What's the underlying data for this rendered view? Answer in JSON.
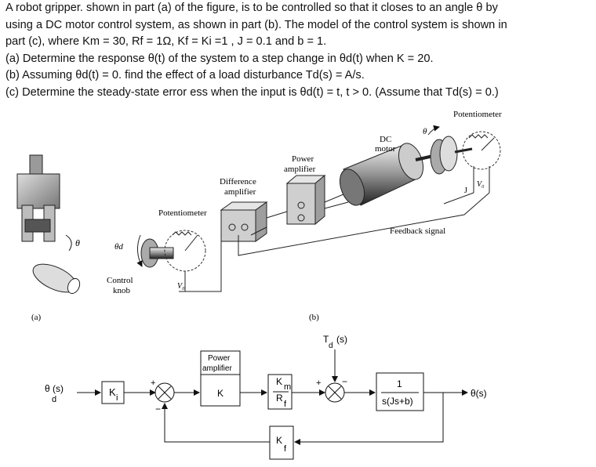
{
  "problem": {
    "line1": "A robot gripper. shown in part (a) of the figure, is to be controlled so that it closes to an angle θ by",
    "line2": "using a DC motor control system, as shown in part (b). The model of the control system is shown in",
    "line3": "part (c), where Km = 30,  Rf = 1Ω,  Kf = Ki =1 , J = 0.1 and b = 1.",
    "line4": "(a) Determine the response θ(t) of the system to a step change in θd(t) when K = 20.",
    "line5": "(b) Assuming θd(t) = 0. find the effect of a load disturbance Td(s) = A/s.",
    "line6": "(c) Determine the steady-state error ess when the input is θd(t) = t, t > 0. (Assume that Td(s)  = 0.)"
  },
  "figure_b": {
    "potentiometer_right": "Potentiometer",
    "dc_motor_1": "DC",
    "dc_motor_2": "motor",
    "theta": "θ",
    "power_amp_1": "Power",
    "power_amp_2": "amplifier",
    "diff_amp_1": "Difference",
    "diff_amp_2": "amplifier",
    "potentiometer_left": "Potentiometer",
    "feedback": "Feedback signal",
    "j_label": "J",
    "v0_right": "V₀",
    "v0_left": "V₀",
    "theta_d": "θd",
    "control_knob_1": "Control",
    "control_knob_2": "knob",
    "gripper_theta": "θ",
    "label_a": "(a)",
    "label_b": "(b)"
  },
  "block_diagram": {
    "input": "θ (s)",
    "input_sub": "d",
    "ki": "K",
    "ki_sub": "i",
    "plus1": "+",
    "minus1": "−",
    "power_amp_1": "Power",
    "power_amp_2": "amplifier",
    "k": "K",
    "km_num": "K",
    "km_sub": "m",
    "rf_den": "R",
    "rf_sub": "f",
    "td": "T",
    "td_sub": "d",
    "td_s": "(s)",
    "plus2": "+",
    "minus2": "−",
    "plant_num": "1",
    "plant_den": "s(Js+b)",
    "output": "θ(s)",
    "kf": "K",
    "kf_sub": "f"
  }
}
